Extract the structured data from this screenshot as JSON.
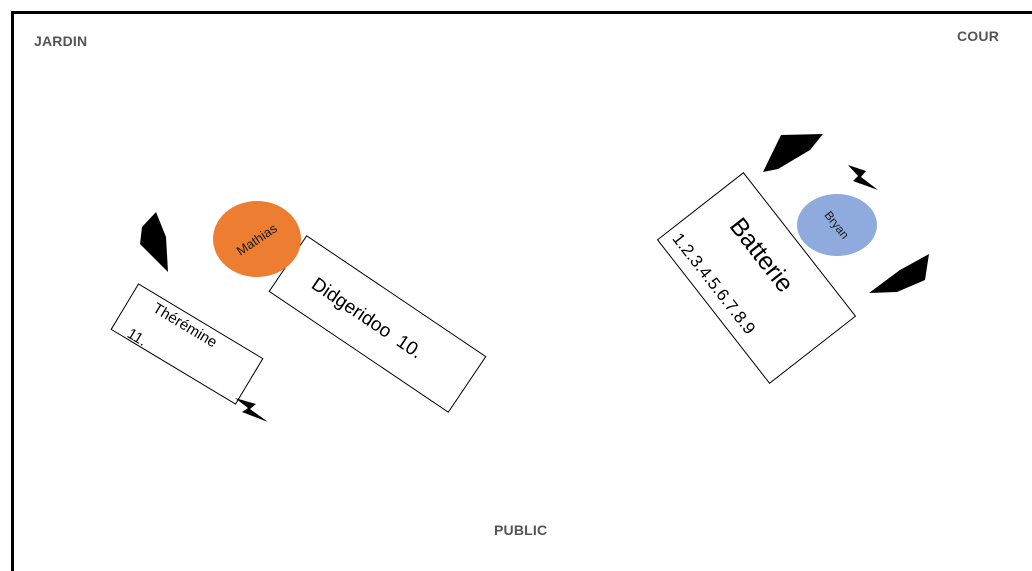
{
  "stage": {
    "jardin_label": "JARDIN",
    "cour_label": "COUR",
    "public_label": "PUBLIC"
  },
  "instruments": {
    "theremine": {
      "name": "Thérémine",
      "number": "11."
    },
    "didgeridoo": {
      "name": "Didgeridoo",
      "number": "10."
    },
    "batterie": {
      "name": "Batterie",
      "numbers": "1.2.3.4.5.6.7.8.9"
    }
  },
  "musicians": {
    "mathias": {
      "name": "Mathias",
      "color": "#ED7D31"
    },
    "bryan": {
      "name": "Bryan",
      "color": "#8FAADC"
    }
  },
  "colors": {
    "outline": "#000000",
    "label_gray": "#555555"
  },
  "icons": [
    "monitor-wedge-icon",
    "power-outlet-icon"
  ]
}
